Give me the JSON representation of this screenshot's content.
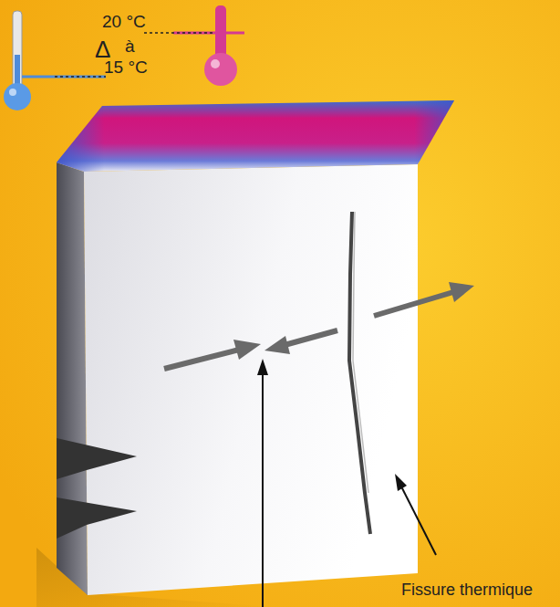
{
  "diagram": {
    "labels": [
      "20 °C",
      "Δ",
      "à",
      "15 °C",
      "Fissure thermique"
    ]
  }
}
